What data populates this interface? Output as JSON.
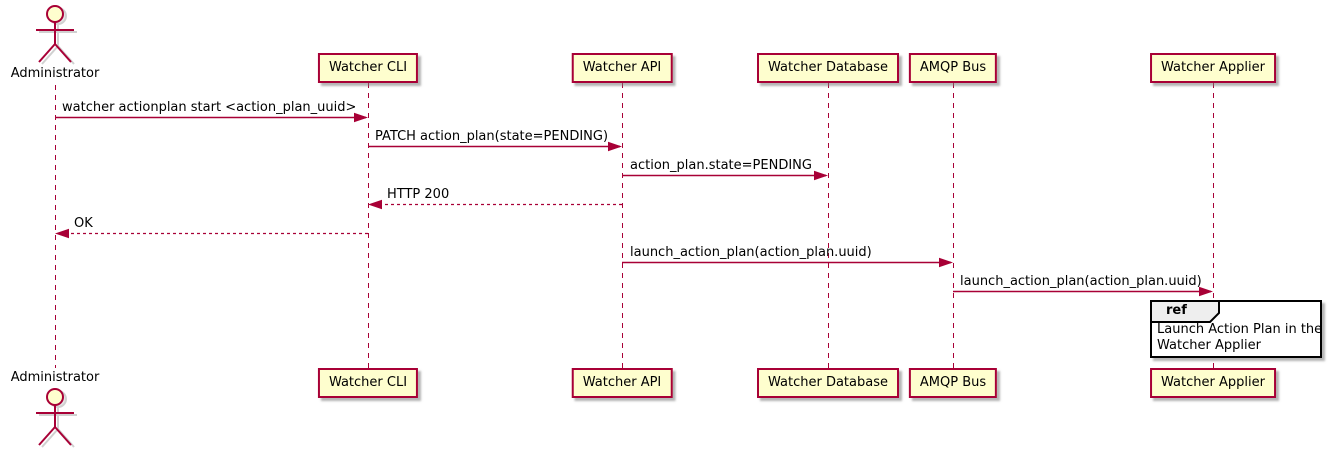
{
  "diagram": {
    "type": "sequence-diagram",
    "actor": {
      "name": "Administrator"
    },
    "participants": [
      {
        "label": "Watcher CLI"
      },
      {
        "label": "Watcher API"
      },
      {
        "label": "Watcher Database"
      },
      {
        "label": "AMQP Bus"
      },
      {
        "label": "Watcher Applier"
      }
    ],
    "messages": [
      {
        "from": "Administrator",
        "to": "Watcher CLI",
        "label": "watcher actionplan start <action_plan_uuid>",
        "line": "solid",
        "direction": "right"
      },
      {
        "from": "Watcher CLI",
        "to": "Watcher API",
        "label": "PATCH action_plan(state=PENDING)",
        "line": "solid",
        "direction": "right"
      },
      {
        "from": "Watcher API",
        "to": "Watcher Database",
        "label": "action_plan.state=PENDING",
        "line": "solid",
        "direction": "right"
      },
      {
        "from": "Watcher API",
        "to": "Watcher CLI",
        "label": "HTTP 200",
        "line": "dashed",
        "direction": "left"
      },
      {
        "from": "Watcher CLI",
        "to": "Administrator",
        "label": "OK",
        "line": "dashed",
        "direction": "left"
      },
      {
        "from": "Watcher API",
        "to": "AMQP Bus",
        "label": "launch_action_plan(action_plan.uuid)",
        "line": "solid",
        "direction": "right"
      },
      {
        "from": "AMQP Bus",
        "to": "Watcher Applier",
        "label": "launch_action_plan(action_plan.uuid)",
        "line": "solid",
        "direction": "right"
      }
    ],
    "ref": {
      "keyword": "ref",
      "lines": [
        "Launch Action Plan in the",
        "Watcher Applier"
      ]
    },
    "colors": {
      "participant_fill": "#FEFECE",
      "stroke": "#A80036",
      "text": "#000000",
      "ref_header_fill": "#EEEEEE",
      "ref_border": "#000000",
      "background": "#FFFFFF"
    }
  }
}
